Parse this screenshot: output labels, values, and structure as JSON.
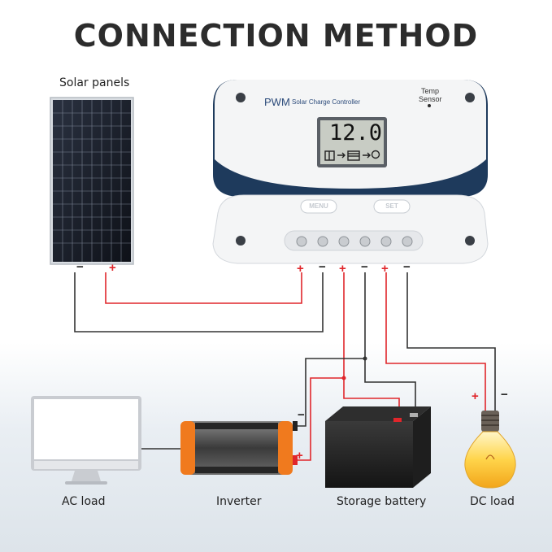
{
  "title": "CONNECTION METHOD",
  "labels": {
    "solar_panels": "Solar panels",
    "ac_load": "AC load",
    "inverter": "Inverter",
    "storage_battery": "Storage battery",
    "dc_load": "DC load"
  },
  "controller": {
    "brand": "PWM",
    "subtitle": "Solar Charge Controller",
    "temp_sensor_line1": "Temp",
    "temp_sensor_line2": "Sensor",
    "display_value": "12.0",
    "button_left": "MENU",
    "button_right": "SET"
  },
  "polarity": {
    "plus": "+",
    "minus": "−"
  },
  "colors": {
    "positive_wire": "#e0262b",
    "negative_wire": "#333333",
    "controller_body": "#f4f5f6",
    "controller_band": "#1e3a5c",
    "inverter_accent": "#f07a1e"
  }
}
